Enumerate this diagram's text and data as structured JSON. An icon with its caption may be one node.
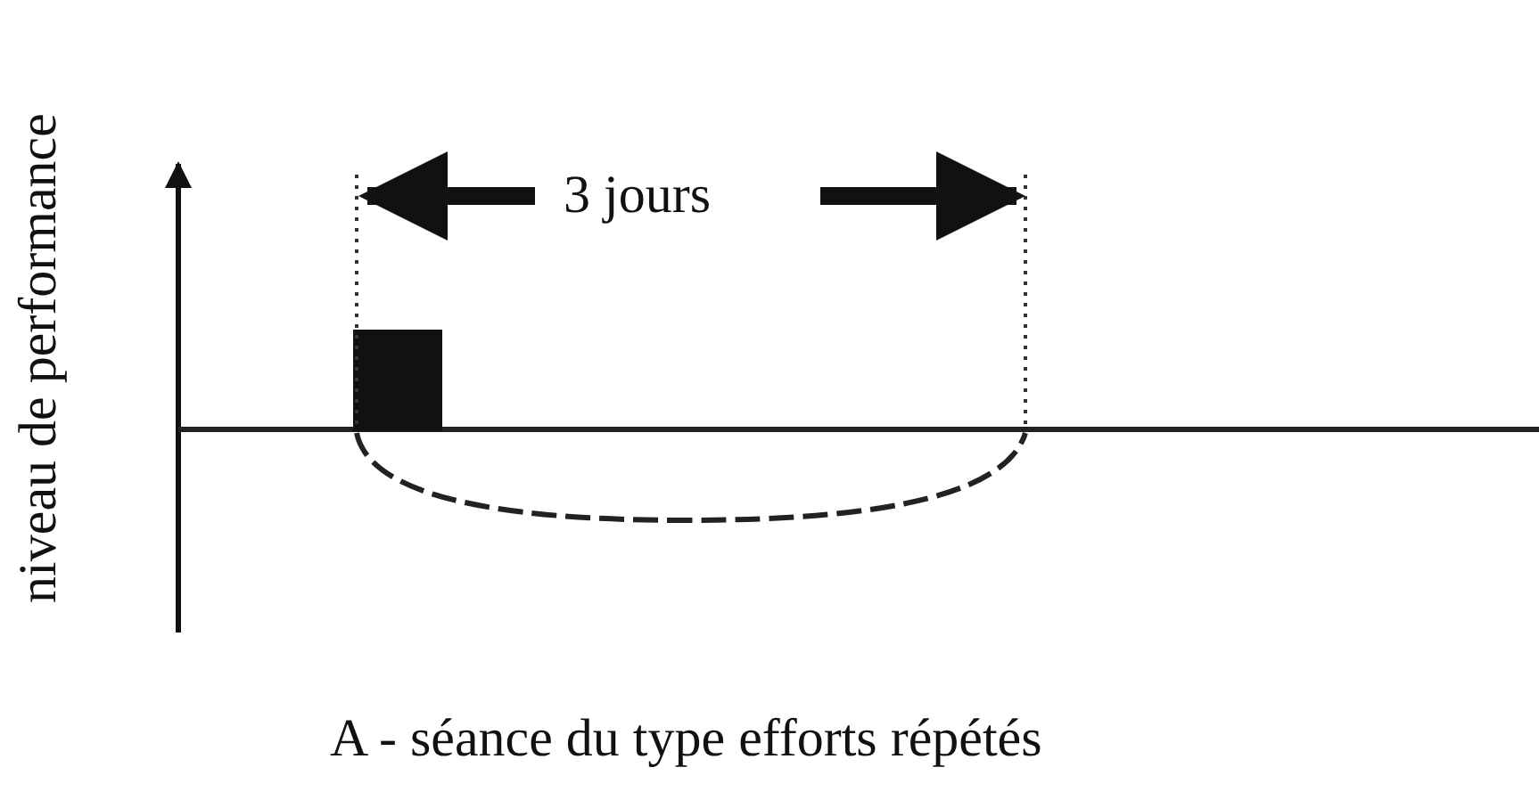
{
  "diagram": {
    "caption": "A - séance du type efforts répétés",
    "labels": [
      "niveau de performance",
      "3 jours"
    ]
  }
}
